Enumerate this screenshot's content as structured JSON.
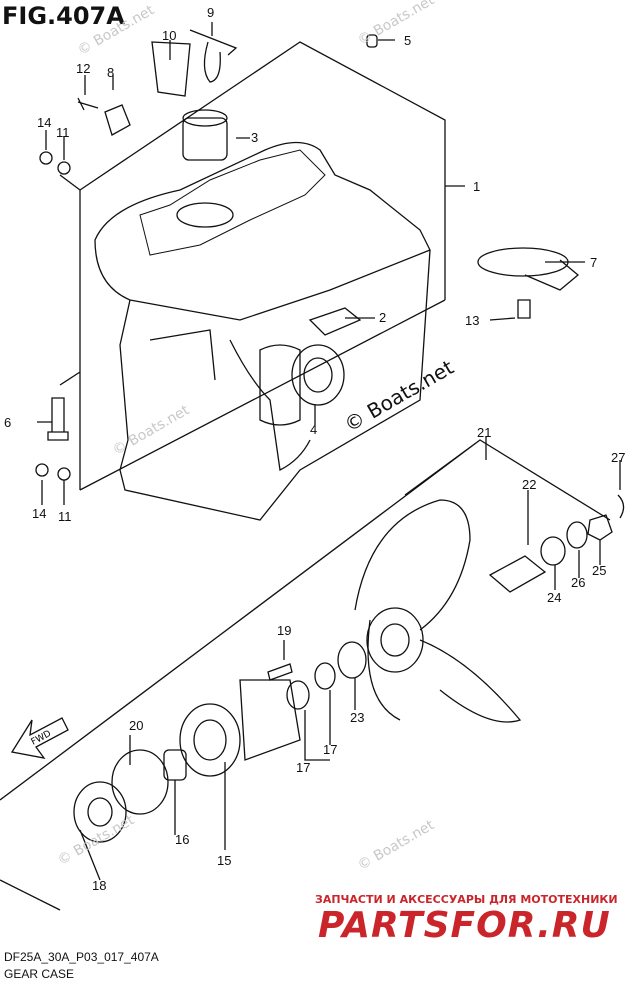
{
  "figure": {
    "title": "FIG.407A",
    "code": "DF25A_30A_P03_017_407A",
    "name": "GEAR CASE",
    "copyright": "© Boats.net",
    "watermark": "© Boats.net",
    "direction_label": "FWD"
  },
  "promo": {
    "tagline": "ЗАПЧАСТИ И АКСЕССУАРЫ ДЛЯ МОТОТЕХНИКИ",
    "brand": "PARTSFOR.RU",
    "color": "#c9252b"
  },
  "callouts": [
    "1",
    "2",
    "3",
    "4",
    "5",
    "6",
    "7",
    "8",
    "9",
    "10",
    "11",
    "11",
    "12",
    "13",
    "14",
    "14",
    "15",
    "16",
    "17",
    "17",
    "18",
    "19",
    "20",
    "21",
    "22",
    "23",
    "24",
    "25",
    "26",
    "27"
  ],
  "colors": {
    "line": "#111111",
    "watermark": "#c8c8c8"
  }
}
